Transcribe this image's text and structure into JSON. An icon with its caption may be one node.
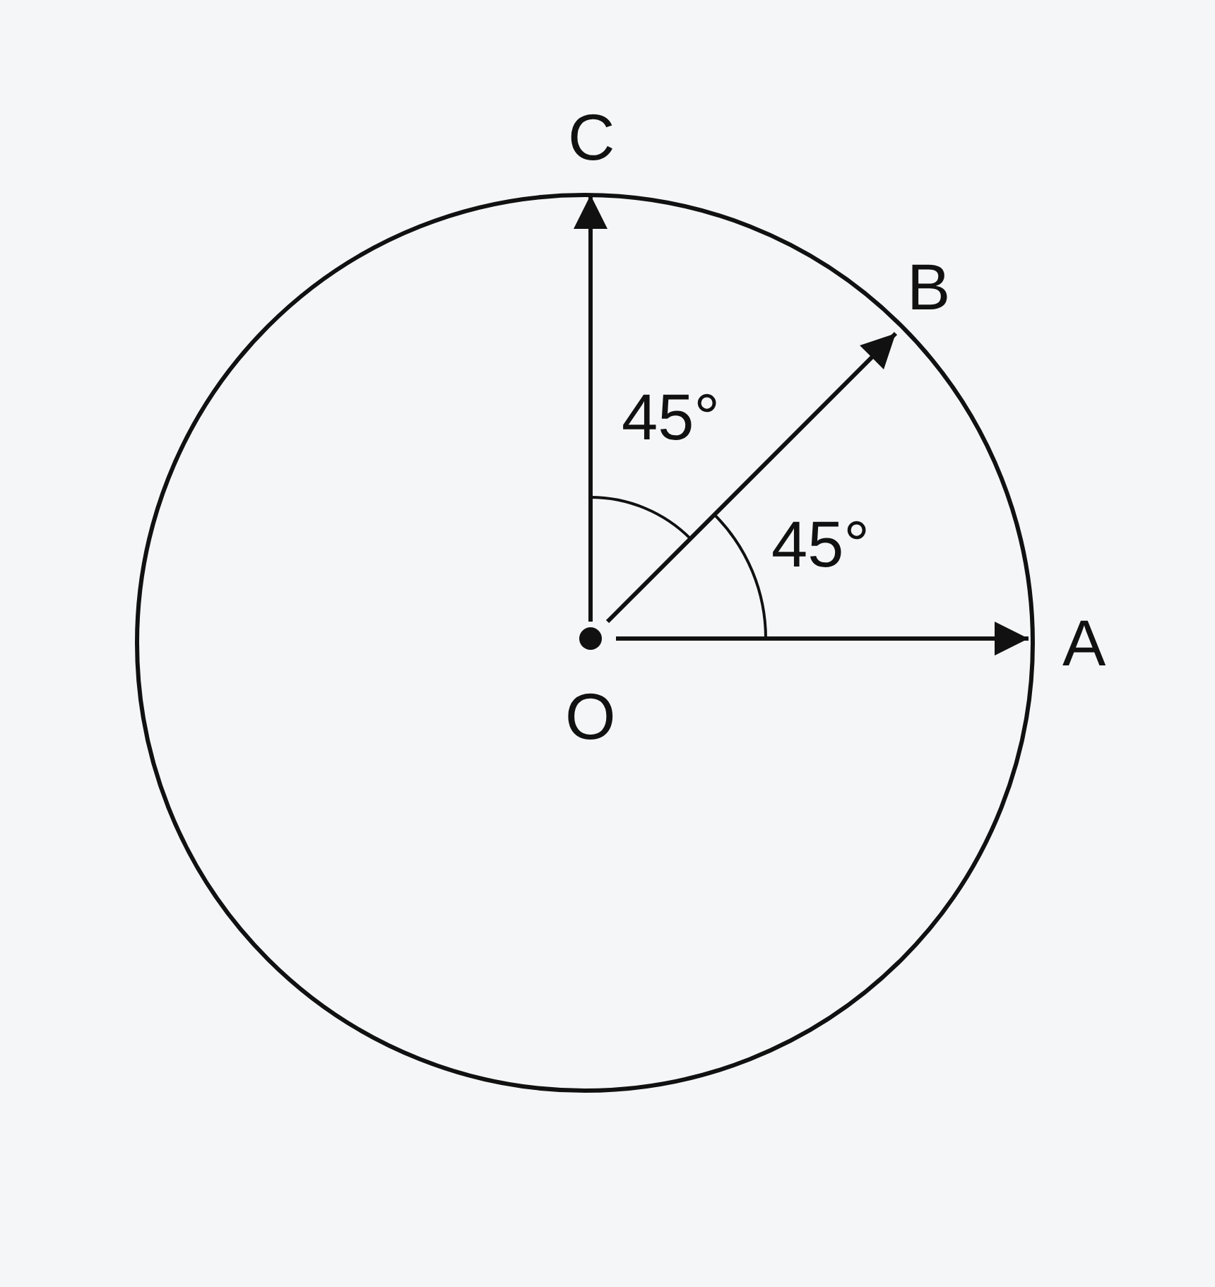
{
  "diagram": {
    "nodes": [
      {
        "text": [
          "O"
        ]
      },
      {
        "text": [
          "A"
        ]
      },
      {
        "text": [
          "B"
        ]
      },
      {
        "text": [
          "C"
        ]
      }
    ],
    "edges": [
      {
        "from": 0,
        "to": 1,
        "arrow": "to"
      },
      {
        "from": 0,
        "to": 2,
        "arrow": "to"
      },
      {
        "from": 0,
        "to": 3,
        "arrow": "to"
      }
    ],
    "labels": [
      "45°",
      "45°"
    ]
  }
}
